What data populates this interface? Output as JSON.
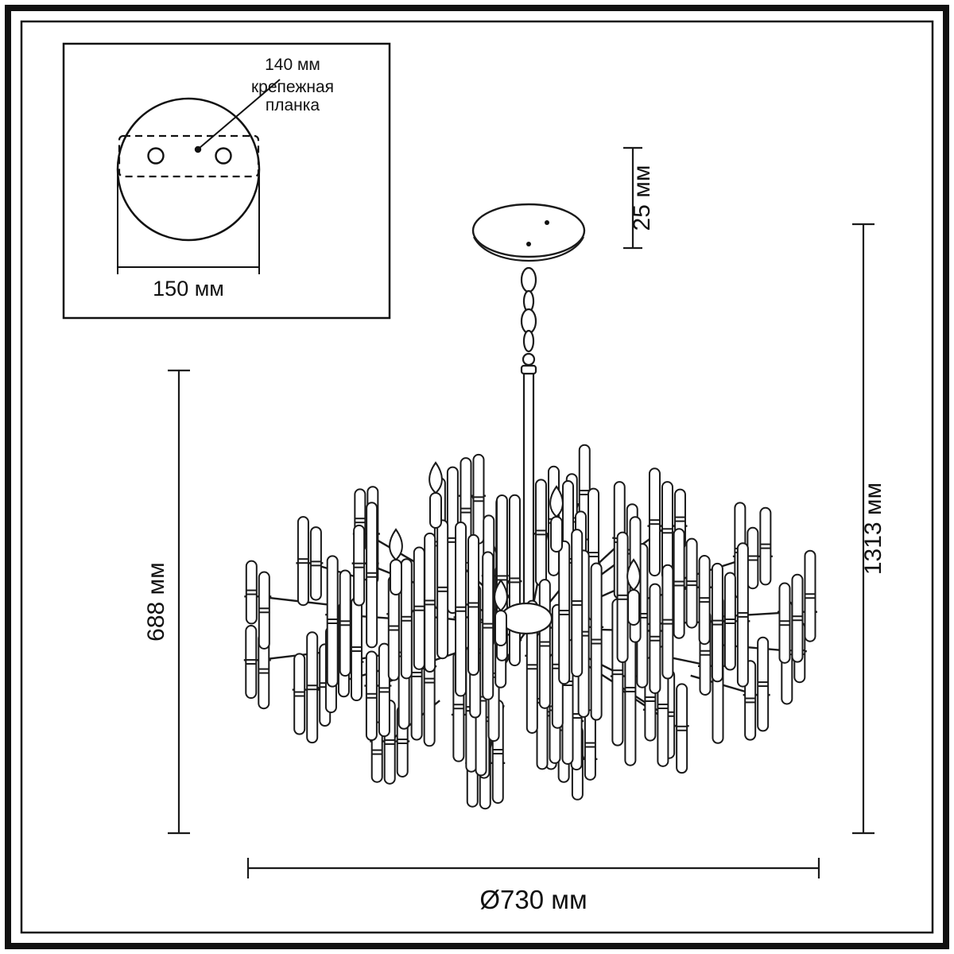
{
  "title": "chandelier-dimension-diagram",
  "inset": {
    "hole_spacing_label": "140 мм",
    "plate_label_1": "крепежная",
    "plate_label_2": "планка",
    "plate_width_label": "150 мм"
  },
  "dims": {
    "canopy": "25 мм",
    "body": "688 мм",
    "total": "1313 мм",
    "diameter": "Ø730 мм"
  },
  "colors": {
    "line": "#1a1a1a",
    "background": "#ffffff"
  }
}
